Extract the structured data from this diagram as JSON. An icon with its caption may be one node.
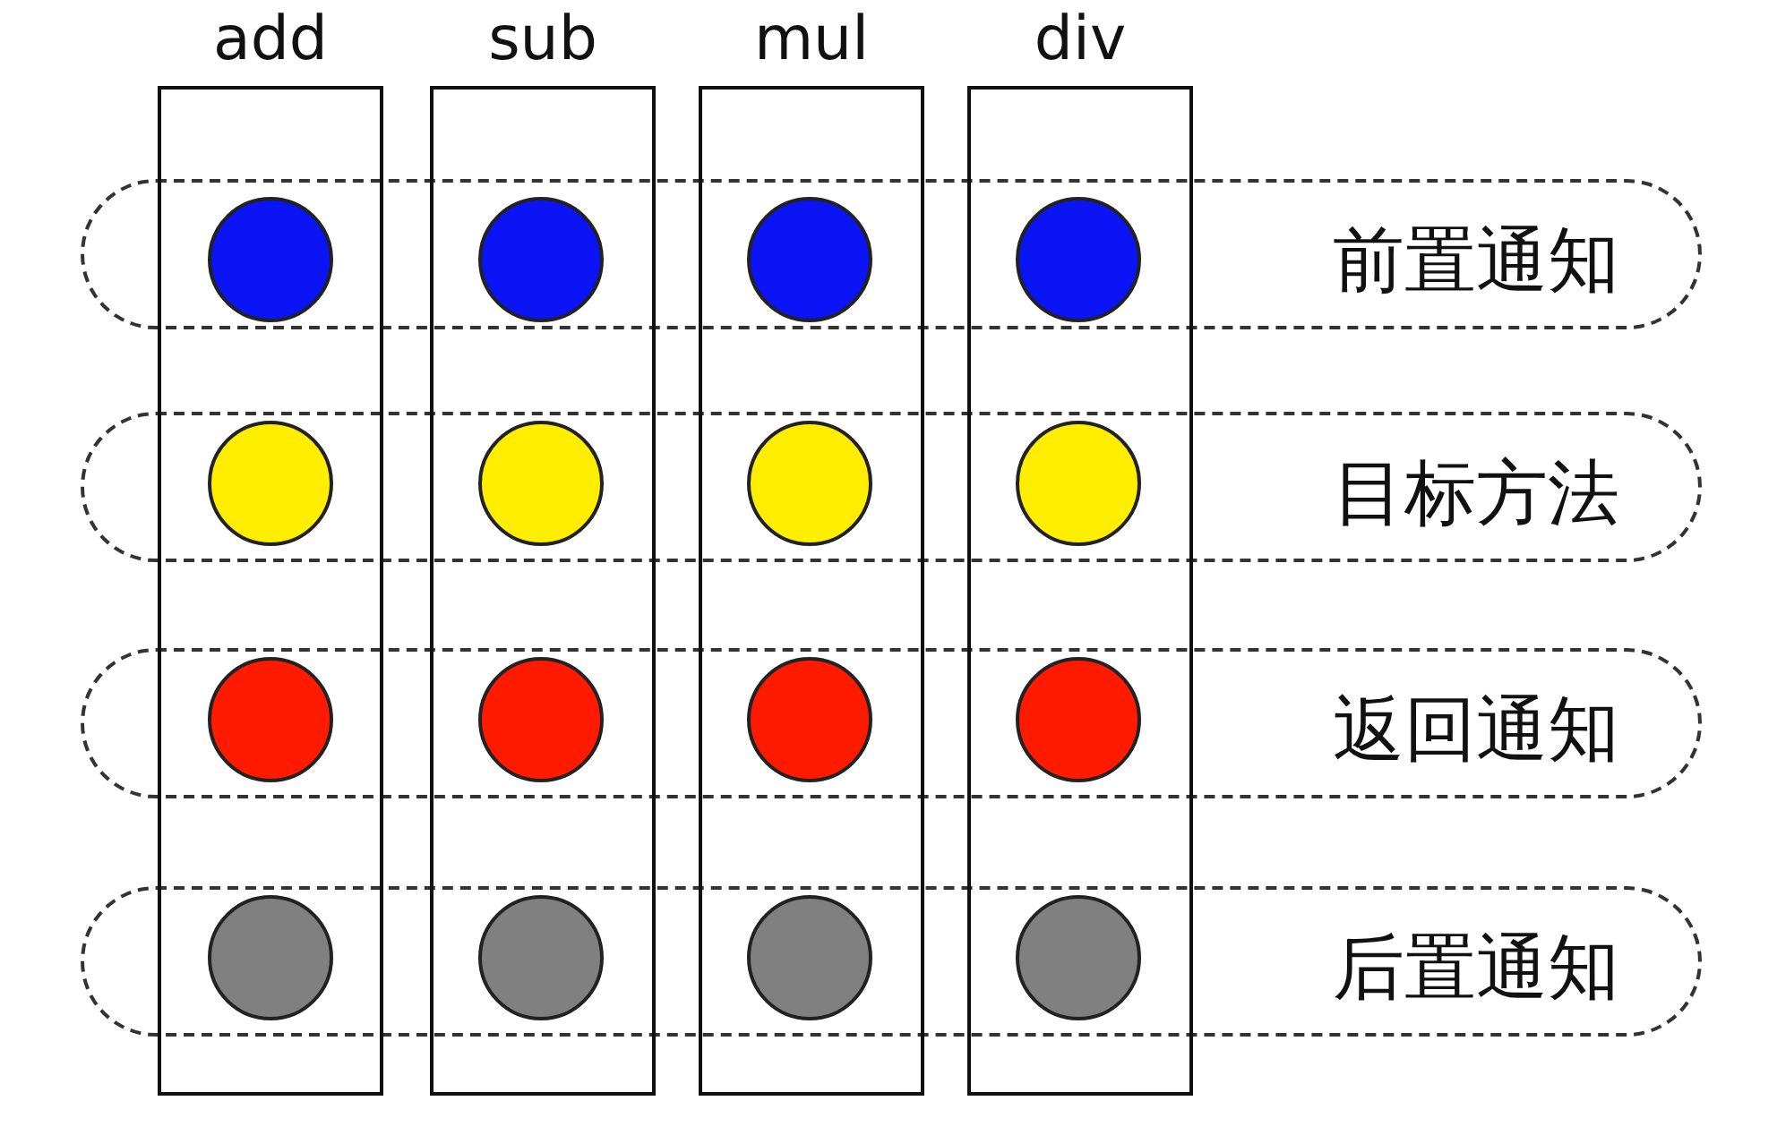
{
  "diagram": {
    "nodes": [
      {
        "text": [
          "add"
        ]
      },
      {
        "text": [
          "sub"
        ]
      },
      {
        "text": [
          "mul"
        ]
      },
      {
        "text": [
          "div"
        ]
      },
      {
        "text": [
          "前置通知"
        ]
      },
      {
        "text": [
          "目标方法"
        ]
      },
      {
        "text": [
          "返回通知"
        ]
      },
      {
        "text": [
          "后置通知"
        ]
      },
      {
        "text": [],
        "shape": "circle"
      },
      {
        "text": [],
        "shape": "circle"
      },
      {
        "text": [],
        "shape": "circle"
      },
      {
        "text": [],
        "shape": "circle"
      },
      {
        "text": [],
        "shape": "circle"
      },
      {
        "text": [],
        "shape": "circle"
      },
      {
        "text": [],
        "shape": "circle"
      },
      {
        "text": [],
        "shape": "circle"
      },
      {
        "text": [],
        "shape": "circle"
      },
      {
        "text": [],
        "shape": "circle"
      },
      {
        "text": [],
        "shape": "circle"
      },
      {
        "text": [],
        "shape": "circle"
      },
      {
        "text": [],
        "shape": "circle"
      },
      {
        "text": [],
        "shape": "circle"
      },
      {
        "text": [],
        "shape": "circle"
      },
      {
        "text": [],
        "shape": "circle"
      }
    ],
    "edges": []
  }
}
